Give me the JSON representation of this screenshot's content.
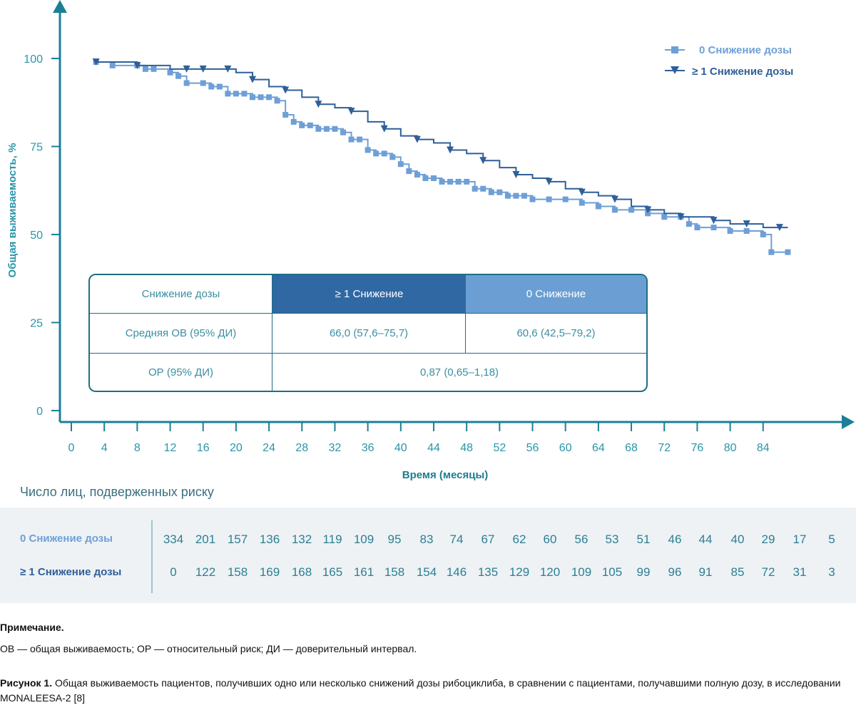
{
  "chart_data": {
    "type": "line",
    "title": "",
    "xlabel": "Время (месяцы)",
    "ylabel": "Общая выживаемость, %",
    "xlim": [
      0,
      93
    ],
    "ylim": [
      0,
      110
    ],
    "x_ticks": [
      0,
      4,
      8,
      12,
      16,
      20,
      24,
      28,
      32,
      36,
      40,
      44,
      48,
      52,
      56,
      60,
      64,
      68,
      72,
      76,
      80,
      84
    ],
    "y_ticks": [
      0,
      25,
      50,
      75,
      100
    ],
    "grid": false,
    "legend_position": "top-right",
    "series": [
      {
        "name": "0 Снижение дозы",
        "color": "#6e9fd6",
        "marker": "square",
        "x": [
          3,
          5,
          8,
          9,
          10,
          12,
          13,
          14,
          16,
          17,
          18,
          19,
          20,
          21,
          22,
          23,
          24,
          25,
          26,
          27,
          28,
          29,
          30,
          31,
          32,
          33,
          34,
          35,
          36,
          37,
          38,
          39,
          40,
          41,
          42,
          43,
          44,
          45,
          46,
          47,
          48,
          49,
          50,
          51,
          52,
          53,
          54,
          55,
          56,
          58,
          60,
          62,
          64,
          66,
          68,
          70,
          72,
          74,
          75,
          76,
          78,
          80,
          82,
          84,
          85,
          87
        ],
        "y": [
          99,
          98,
          98,
          97,
          97,
          96,
          95,
          93,
          93,
          92,
          92,
          90,
          90,
          90,
          89,
          89,
          89,
          88,
          84,
          82,
          81,
          81,
          80,
          80,
          80,
          79,
          77,
          77,
          74,
          73,
          73,
          72,
          70,
          68,
          67,
          66,
          66,
          65,
          65,
          65,
          65,
          63,
          63,
          62,
          62,
          61,
          61,
          61,
          60,
          60,
          60,
          59,
          58,
          57,
          57,
          56,
          55,
          55,
          53,
          52,
          52,
          51,
          51,
          50,
          45,
          45
        ]
      },
      {
        "name": "≥ 1 Снижение дозы",
        "color": "#2f5f98",
        "marker": "triangle-down",
        "x": [
          3,
          5,
          8,
          12,
          14,
          15,
          16,
          18,
          19,
          20,
          22,
          24,
          26,
          28,
          30,
          32,
          34,
          36,
          38,
          40,
          42,
          44,
          46,
          48,
          50,
          52,
          54,
          56,
          58,
          60,
          62,
          64,
          66,
          68,
          70,
          72,
          74,
          76,
          78,
          80,
          82,
          84,
          86,
          87
        ],
        "y": [
          99,
          99,
          98,
          97,
          97,
          97,
          97,
          97,
          97,
          96,
          94,
          92,
          91,
          89,
          87,
          86,
          85,
          82,
          80,
          78,
          77,
          76,
          74,
          73,
          71,
          69,
          67,
          66,
          65,
          63,
          62,
          61,
          60,
          58,
          57,
          56,
          55,
          55,
          54,
          53,
          53,
          52,
          52,
          52
        ]
      }
    ],
    "table": {
      "header": [
        "Снижение дозы",
        "≥ 1 Снижение",
        "0 Снижение"
      ],
      "row1": [
        "Средняя ОВ (95% ДИ)",
        "66,0 (57,6–75,7)",
        "60,6 (42,5–79,2)"
      ],
      "row2": [
        "ОР (95% ДИ)",
        "0,87 (0,65–1,18)"
      ]
    }
  },
  "risk_table": {
    "title": "Число лиц, подверженных риску",
    "rows": [
      {
        "label": "0 Снижение дозы",
        "color": "#6e9fd6",
        "values": [
          "334",
          "201",
          "157",
          "136",
          "132",
          "119",
          "109",
          "95",
          "83",
          "74",
          "67",
          "62",
          "60",
          "56",
          "53",
          "51",
          "46",
          "44",
          "40",
          "29",
          "17",
          "5"
        ]
      },
      {
        "label": "≥ 1 Снижение дозы",
        "color": "#2f5f98",
        "values": [
          "0",
          "122",
          "158",
          "169",
          "168",
          "165",
          "161",
          "158",
          "154",
          "146",
          "135",
          "129",
          "120",
          "109",
          "105",
          "99",
          "96",
          "91",
          "85",
          "72",
          "31",
          "3"
        ]
      }
    ]
  },
  "note": {
    "title": "Примечание.",
    "text": "ОВ — общая выживаемость; ОР — относительный риск; ДИ — доверительный интервал."
  },
  "caption": {
    "label": "Рисунок 1.",
    "text": " Общая выживаемость пациентов, получивших одно или несколько снижений дозы рибоциклиба, в сравнении с пациентами, получавшими полную дозу, в исследовании MONALEESA-2 [8]"
  }
}
